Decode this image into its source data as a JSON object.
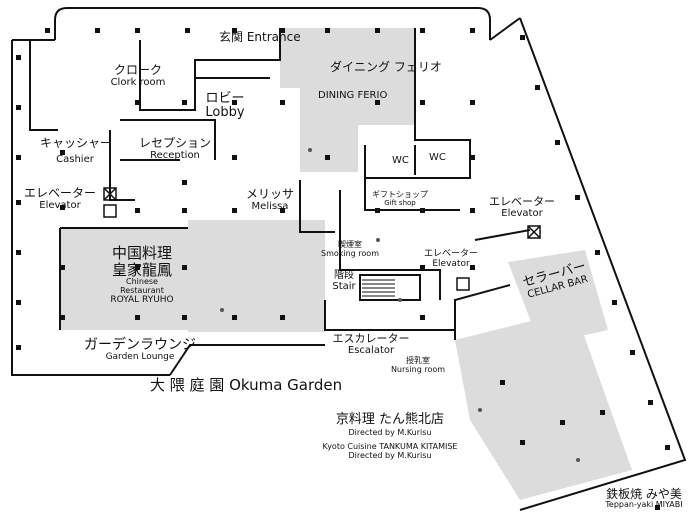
{
  "labels": {
    "entrance_jp": "玄関",
    "entrance_en": "Entrance",
    "dining_jp": "ダイニング フェリオ",
    "dining_en": "DINING FERIO",
    "cloak_jp": "クローク",
    "cloak_en": "Clork room",
    "lobby_jp": "ロビー",
    "lobby_en": "Lobby",
    "cashier_jp": "キャッシャー",
    "cashier_en": "Cashier",
    "reception_jp": "レセプション",
    "reception_en": "Reception",
    "wc1": "WC",
    "wc2": "WC",
    "elevator_left_jp": "エレベーター",
    "elevator_left_en": "Elevator",
    "melissa_jp": "メリッサ",
    "melissa_en": "Melissa",
    "gift_jp": "ギフトショップ",
    "gift_en": "Gift shop",
    "elevator_right_jp": "エレベーター",
    "elevator_right_en": "Elevator",
    "chinese_jp1": "中国料理",
    "chinese_jp2": "皇家龍鳳",
    "chinese_en1": "Chinese",
    "chinese_en2": "Restaurant",
    "chinese_en3": "ROYAL RYUHO",
    "smoking_jp": "喫煙室",
    "smoking_en": "Smoking room",
    "elevator_mid_jp": "エレベーター",
    "elevator_mid_en": "Elevator",
    "stair_jp": "階段",
    "stair_en": "Stair",
    "cellar_jp": "セラーバー",
    "cellar_en": "CELLAR BAR",
    "garden_lounge_jp": "ガーデンラウンジ",
    "garden_lounge_en": "Garden Lounge",
    "escalator_jp": "エスカレーター",
    "escalator_en": "Escalator",
    "nursing_jp": "授乳室",
    "nursing_en": "Nursing room",
    "okuma_garden": "大 隈 庭 園 Okuma Garden",
    "tankuma_jp": "京料理 たん熊北店",
    "tankuma_dir1": "Directed by M.Kurisu",
    "tankuma_en": "Kyoto Cuisine TANKUMA KITAMISE",
    "tankuma_dir2": "Directed by M.Kurisu",
    "miyabi_jp": "鉄板焼 みや美",
    "miyabi_en": "Teppan-yaki MIYABI"
  },
  "colors": {
    "shaded_area": "#dcdcdc",
    "wall": "#111111"
  }
}
